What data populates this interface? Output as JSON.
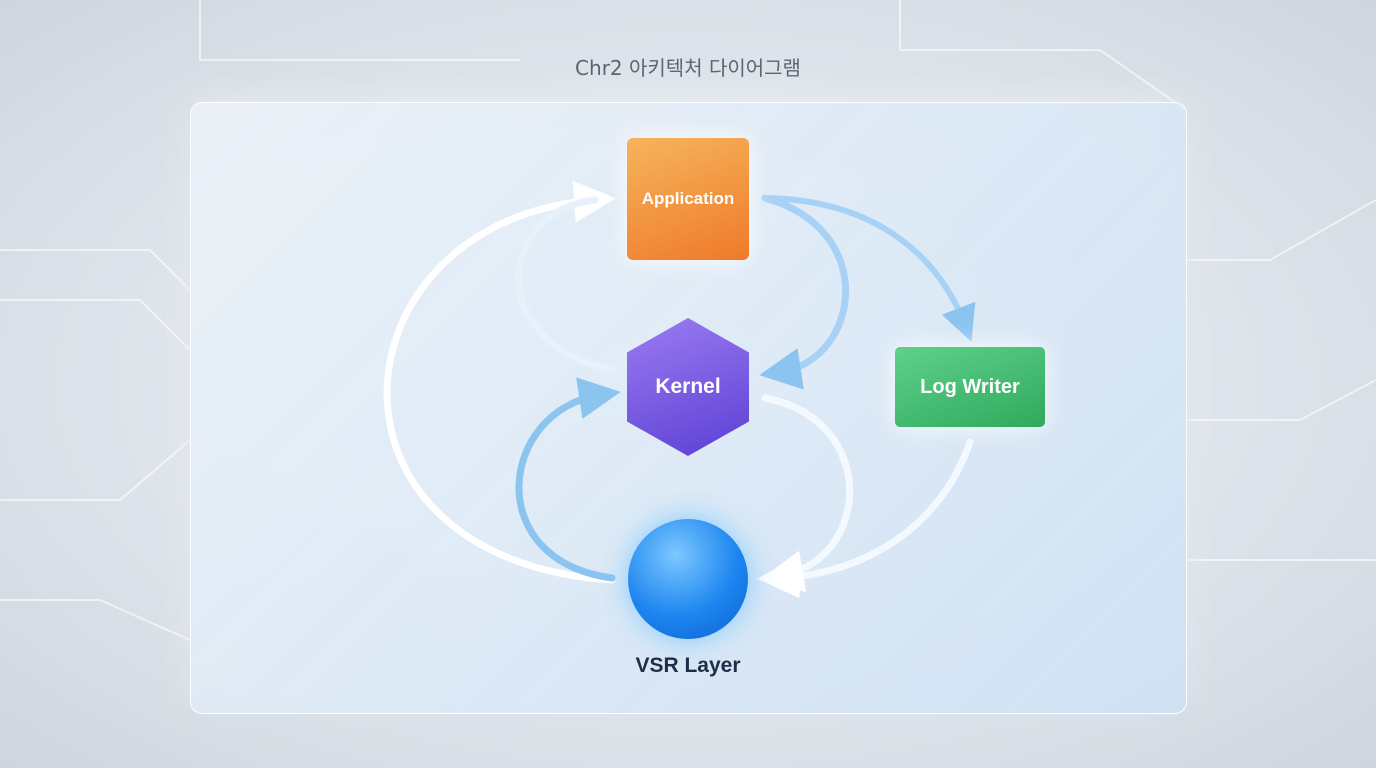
{
  "title": "Chr2 아키텍처 다이어그램",
  "nodes": {
    "application": "Application",
    "kernel": "Kernel",
    "log_writer": "Log Writer",
    "vsr_layer": "VSR Layer"
  },
  "colors": {
    "application": "#f08a35",
    "kernel": "#6a4ee0",
    "log_writer": "#3cb96b",
    "vsr_layer": "#1d86f0",
    "arrow": "#a8d2f5"
  }
}
